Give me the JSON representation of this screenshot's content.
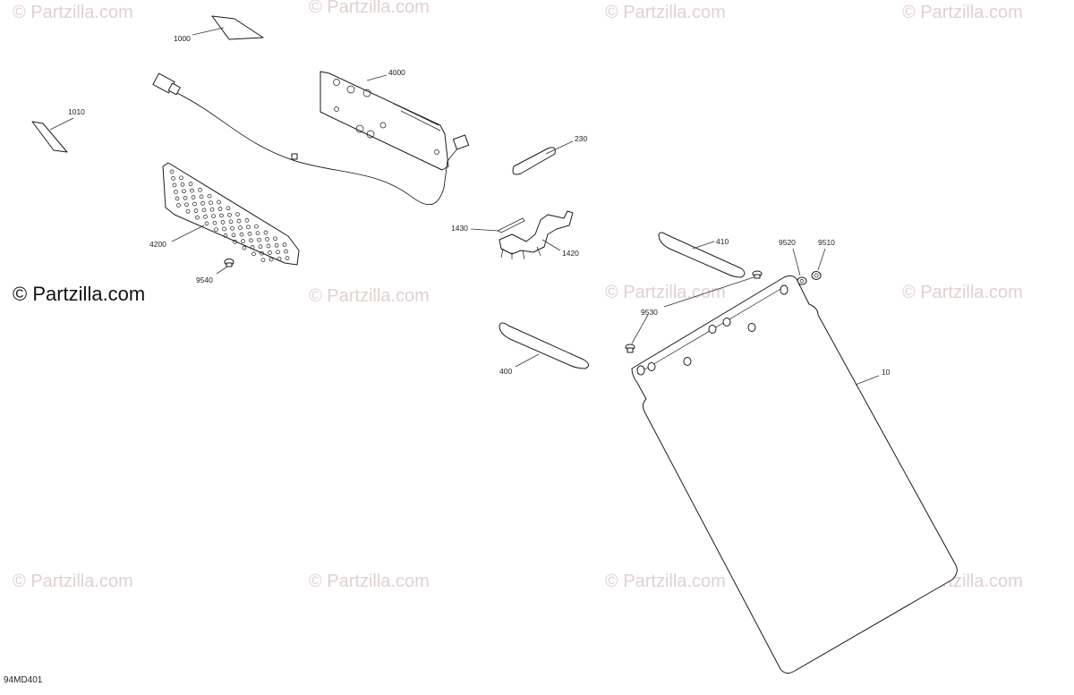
{
  "watermark": "© Partzilla.com",
  "copyright": "© Partzilla.com",
  "diagram_code": "94MD401",
  "callouts": {
    "c1000": "1000",
    "c1010": "1010",
    "c4000": "4000",
    "c4200": "4200",
    "c9540": "9540",
    "c230": "230",
    "c1430": "1430",
    "c1420": "1420",
    "c410": "410",
    "c9520": "9520",
    "c9510": "9510",
    "c9530": "9530",
    "c400": "400",
    "c10": "10"
  }
}
